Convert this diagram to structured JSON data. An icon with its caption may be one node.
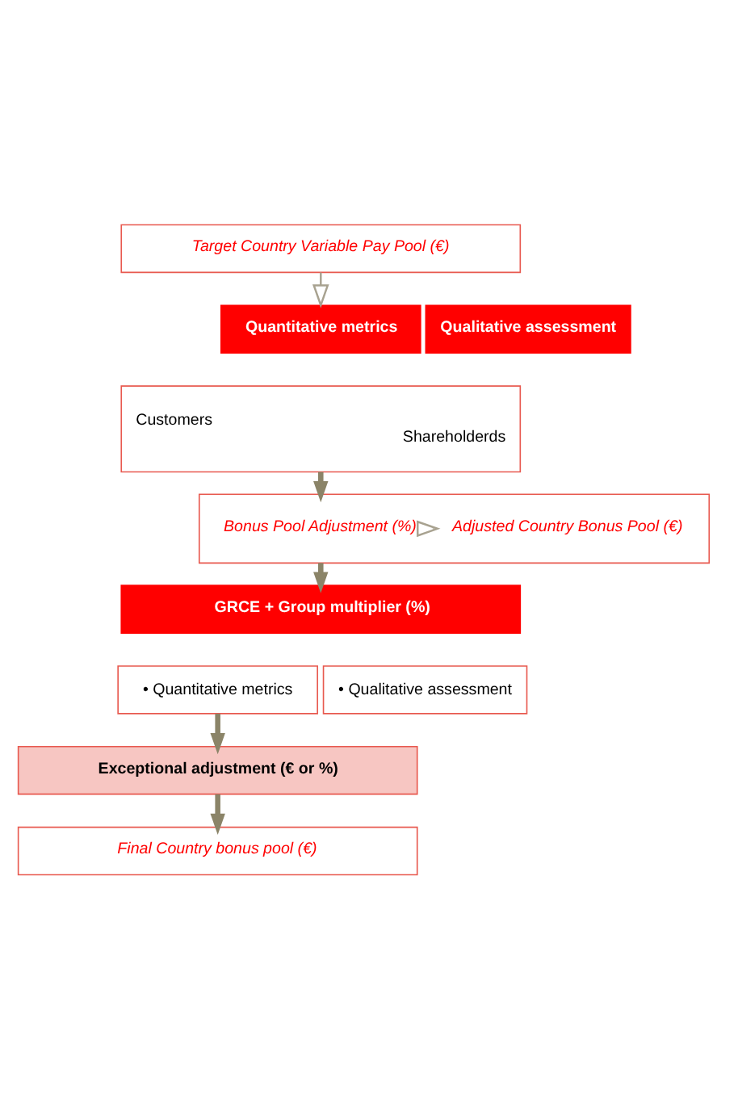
{
  "diagram": {
    "nodes": [
      {
        "text": [
          "Target Country Variable Pay Pool (€)"
        ]
      },
      {
        "text": [
          "Quantitative metrics"
        ]
      },
      {
        "text": [
          "Qualitative assessment"
        ]
      },
      {
        "text": [
          "Customers",
          "Shareholderds"
        ]
      },
      {
        "text": [],
        "shape": "box"
      },
      {
        "text": [
          "Bonus Pool Adjustment (%)"
        ],
        "in": 4
      },
      {
        "text": [
          "Adjusted Country Bonus Pool (€)"
        ],
        "in": 4
      },
      {
        "text": [
          "GRCE + Group multiplier (%)"
        ]
      },
      {
        "text": [
          "• Quantitative metrics"
        ]
      },
      {
        "text": [
          "• Qualitative assessment"
        ]
      },
      {
        "text": [
          "Exceptional adjustment (€ or %)"
        ]
      },
      {
        "text": [
          "Final Country bonus pool (€)"
        ]
      }
    ],
    "edges": [
      {
        "from": 0,
        "to": 1,
        "arrow": "to",
        "color": "#a8a290"
      },
      {
        "from": 3,
        "to": 4,
        "arrow": "to"
      },
      {
        "from": 5,
        "to": 6,
        "arrow": "to",
        "color": "#a8a290"
      },
      {
        "from": 4,
        "to": 7,
        "arrow": "to"
      },
      {
        "from": 8,
        "to": 10,
        "arrow": "to"
      },
      {
        "from": 10,
        "to": 11,
        "arrow": "to"
      }
    ]
  }
}
